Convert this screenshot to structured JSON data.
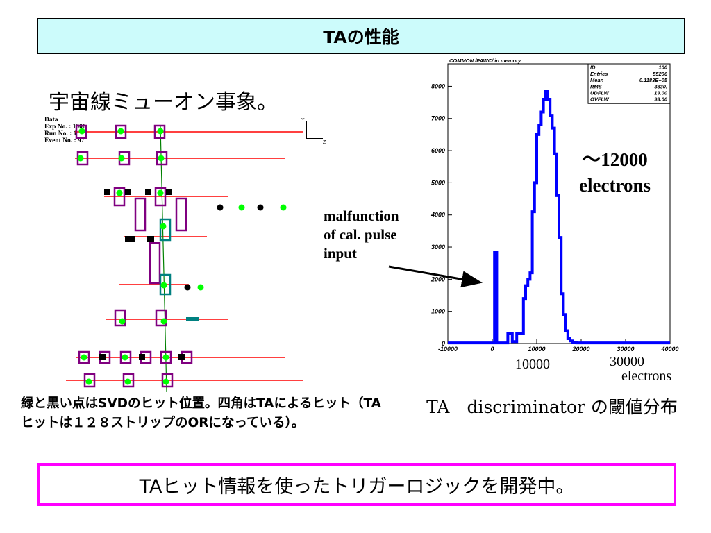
{
  "title": "TAの性能",
  "heading": "宇宙線ミューオン事象。",
  "event_info": {
    "line1": "Data",
    "line2": "Exp No. : 1000",
    "line3": "Run No. : 1",
    "line4": "Event No. : 97"
  },
  "axes_indicator": {
    "y": "Y",
    "z": "Z"
  },
  "caption": "緑と黒い点はSVDのヒット位置。四角はTAによるヒット（TAヒットは１２８ストリップのORになっている）。",
  "hist_caption": "TA　discriminator の閾値分布",
  "bottom_note": "TAヒット情報を使ったトリガーロジックを開発中。",
  "annotations": {
    "malfunction": [
      "malfunction",
      "of cal. pulse",
      "input"
    ],
    "peak": [
      "～12000",
      "electrons"
    ]
  },
  "extra_axis": {
    "label_10000": "10000",
    "label_30000": "30000",
    "unit": "electrons"
  },
  "colors": {
    "title_bg": "#ccfbfb",
    "bottom_border": "#ff00ff",
    "track": "#008000",
    "strip": "#ff0000",
    "ta_box": "#800080",
    "ta_box_alt": "#008080",
    "svd_green": "#00ff00",
    "svd_black": "#000000",
    "hist_line": "#0000ff"
  },
  "chart_data": {
    "type": "line",
    "header": "COMMON /PAWC/ in memory",
    "stats": [
      {
        "label": "ID",
        "value": "100"
      },
      {
        "label": "Entries",
        "value": "55296"
      },
      {
        "label": "Mean",
        "value": "0.1183E+05"
      },
      {
        "label": "RMS",
        "value": "3830."
      },
      {
        "label": "UDFLW",
        "value": "19.00"
      },
      {
        "label": "OVFLW",
        "value": "93.00"
      }
    ],
    "xlim": [
      -10000,
      40000
    ],
    "ylim": [
      0,
      8700
    ],
    "xticks": [
      -10000,
      0,
      10000,
      20000,
      30000,
      40000
    ],
    "yticks": [
      0,
      1000,
      2000,
      3000,
      4000,
      5000,
      6000,
      7000,
      8000
    ],
    "xtick_labels": [
      "-10000",
      "0",
      "10000",
      "20000",
      "30000",
      "40000"
    ],
    "ytick_labels": [
      "0",
      "1000",
      "2000",
      "3000",
      "4000",
      "5000",
      "6000",
      "7000",
      "8000"
    ],
    "bin_edges": [
      -10000,
      0,
      500,
      1000,
      1500,
      2000,
      2500,
      3000,
      3500,
      4000,
      4500,
      5000,
      5500,
      6000,
      6500,
      7000,
      7500,
      8000,
      8500,
      9000,
      9500,
      10000,
      10500,
      11000,
      11500,
      12000,
      12500,
      13000,
      13500,
      14000,
      14500,
      15000,
      15500,
      16000,
      16500,
      17000,
      17500,
      18000,
      18500,
      19000,
      19500,
      20000,
      30000,
      40000
    ],
    "counts": [
      20,
      20,
      2850,
      20,
      20,
      20,
      20,
      20,
      320,
      320,
      60,
      60,
      320,
      320,
      320,
      1400,
      1800,
      2000,
      2200,
      4100,
      5000,
      6500,
      6800,
      7200,
      7600,
      7850,
      7600,
      7100,
      6700,
      5900,
      4600,
      3300,
      1550,
      900,
      400,
      150,
      80,
      40,
      30,
      20,
      20,
      20,
      20
    ]
  }
}
